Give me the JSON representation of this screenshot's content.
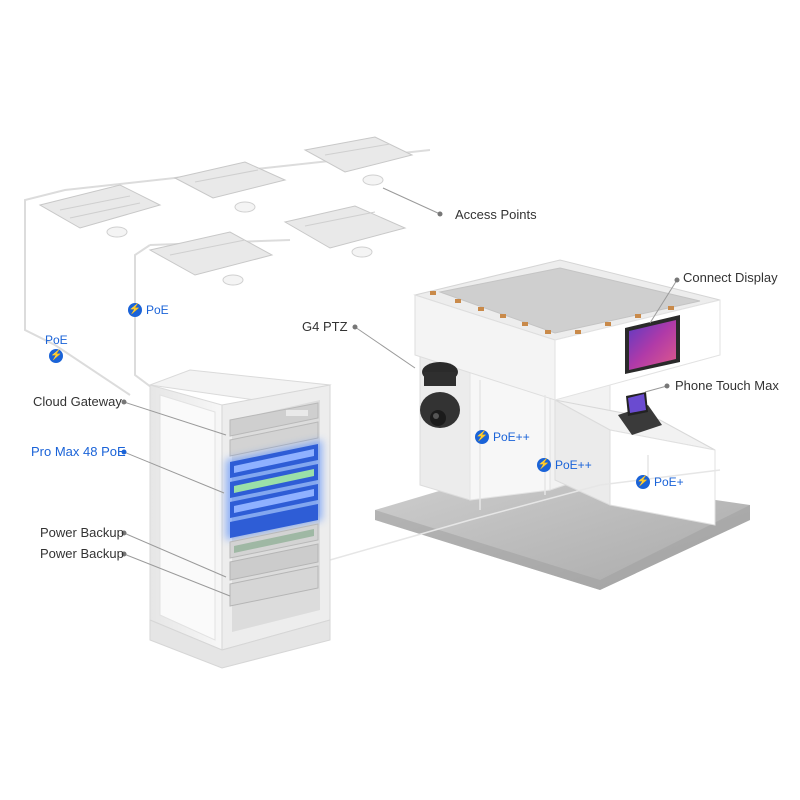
{
  "labels": {
    "access_points": "Access Points",
    "connect_display": "Connect Display",
    "g4_ptz": "G4 PTZ",
    "phone_touch_max": "Phone Touch Max",
    "cloud_gateway": "Cloud Gateway",
    "pro_max_48_poe": "Pro Max 48 PoE",
    "power_backup_1": "Power Backup",
    "power_backup_2": "Power Backup"
  },
  "poe_tags": {
    "poe_left_label": "PoE",
    "poe_mid": "PoE",
    "poe_pp_1": "PoE++",
    "poe_pp_2": "PoE++",
    "poe_plus": "PoE+"
  },
  "colors": {
    "accent": "#1a63d8",
    "highlight_glow": "#3b7cff",
    "rack": "#ececec",
    "floor": "#bdbdbd"
  },
  "icons": {
    "poe": "lightning-bolt-icon"
  }
}
